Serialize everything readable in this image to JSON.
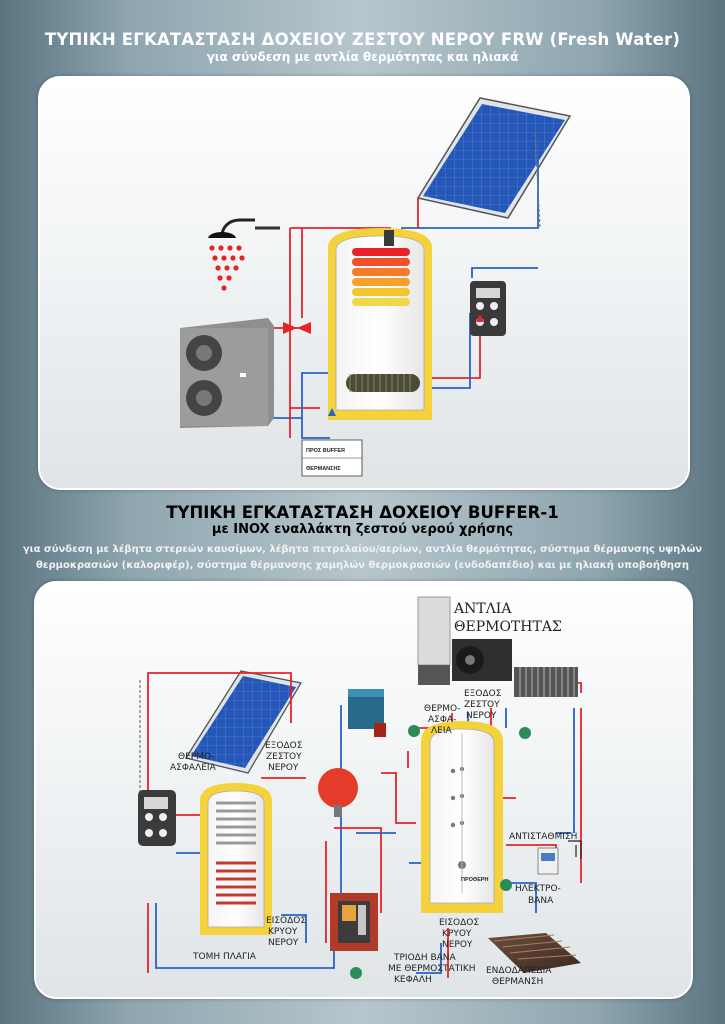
{
  "header": {
    "title": "ΤΥΠΙΚΗ ΕΓΚΑΤΑΣΤΑΣΗ ΔΟΧΕΙΟΥ ΖΕΣΤΟΥ ΝΕΡΟΥ FRW (Fresh Water)",
    "subtitle": "για σύνδεση με αντλία θερμότητας και ηλιακά"
  },
  "section2": {
    "title": "ΤΥΠΙΚΗ ΕΓΚΑΤΑΣΤΑΣΗ ΔΟΧΕΙΟΥ BUFFER-1",
    "subtitle": "με INOX εναλλάκτη ζεστού νερού χρήσης",
    "description_line1": "για σύνδεση με λέβητα στερεών καυσίμων, λέβητα πετρελαίου/αερίων, αντλία θερμότητας, σύστημα θέρμανσης υψηλών",
    "description_line2": "θερμοκρασιών (καλοριφέρ), σύστημα θέρμανσης χαμηλών θερμοκρασιών (ενδοδαπέδιο) και με ηλιακή υποβοήθηση"
  },
  "diagram1": {
    "box_line1": "ΠΡΟΣ BUFFER",
    "box_line2": "ΘΕΡΜΑΝΣΗΣ"
  },
  "diagram2": {
    "heat_pump_line1": "ΑΝΤΛΙΑ",
    "heat_pump_line2": "ΘΕΡΜΟΤΗΤΑΣ",
    "thermo_valve_a_line1": "ΘΕΡΜΟ-",
    "thermo_valve_a_line2": "ΑΣΦΑΛΕΙΑ",
    "hot_out_a_line1": "ΕΞΟΔΟΣ",
    "hot_out_a_line2": "ΖΕΣΤΟΥ",
    "hot_out_a_line3": "ΝΕΡΟΥ",
    "thermo_valve_b_line1": "ΘΕΡΜΟ-",
    "thermo_valve_b_line2": "ΑΣΦΑ-",
    "thermo_valve_b_line3": "ΛΕΙΑ",
    "hot_out_b_line1": "ΕΞΟΔΟΣ",
    "hot_out_b_line2": "ΖΕΣΤΟΥ",
    "hot_out_b_line3": "ΝΕΡΟΥ",
    "cold_in_a_line1": "ΕΙΣΟΔΟΣ",
    "cold_in_a_line2": "ΚΡΥΟΥ",
    "cold_in_a_line3": "ΝΕΡΟΥ",
    "section_label": "ΤΟΜΗ ΠΛΑΓΙΑ",
    "compensation": "ΑΝΤΙΣΤΑΘΜΙΣΗ",
    "electro_valve_line1": "ΗΛΕΚΤΡΟ-",
    "electro_valve_line2": "ΒΑΝΑ",
    "heater_label": "ΠΡΟΘΕΡΗ",
    "cold_in_b_line1": "ΕΙΣΟΔΟΣ",
    "cold_in_b_line2": "ΚΡΥΟΥ",
    "cold_in_b_line3": "ΝΕΡΟΥ",
    "three_way_line1": "ΤΡΙΟΔΗ ΒΑΝΑ",
    "three_way_line2": "ΜΕ ΘΕΡΜΟΣΤΑΤΙΚΗ",
    "three_way_line3": "ΚΕΦΑΛΗ",
    "floor_line1": "ΕΝΔΟΔΑΠΕΔΙΑ",
    "floor_line2": "ΘΕΡΜΑΝΣΗ"
  },
  "colors": {
    "hot_pipe": "#e8232a",
    "cold_pipe": "#2a62c9",
    "insulation": "#f4d23c",
    "solar_blue": "#1f4fa8"
  }
}
